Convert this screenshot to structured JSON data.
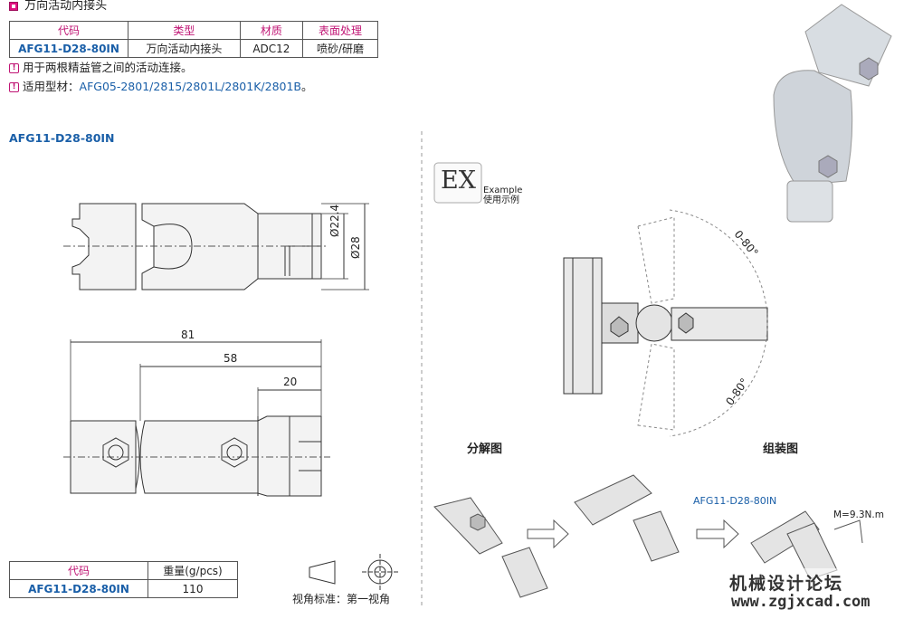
{
  "header": {
    "title": "万向活动内接头"
  },
  "spec_table": {
    "headers": [
      "代码",
      "类型",
      "材质",
      "表面处理"
    ],
    "row": {
      "code": "AFG11-D28-80IN",
      "type": "万向活动内接头",
      "material": "ADC12",
      "finish": "喷砂/研磨"
    }
  },
  "notes": {
    "line1": "用于两根精益管之间的活动连接。",
    "line2_prefix": "适用型材：",
    "line2_value": "AFG05-2801/2815/2801L/2801K/2801B",
    "line2_suffix": "。"
  },
  "drawing": {
    "label": "AFG11-D28-80IN",
    "dims": {
      "d1": "Ø22.4",
      "d2": "Ø28",
      "l1": "81",
      "l2": "58",
      "l3": "20"
    }
  },
  "example": {
    "badge": "EX",
    "en": "Example",
    "zh": "使用示例",
    "angle_top": "0-80°",
    "angle_bottom": "0-80°"
  },
  "sections": {
    "exploded": "分解图",
    "assembled": "组装图"
  },
  "assembly": {
    "part_label": "AFG11-D28-80IN",
    "torque": "M=9.3N.m"
  },
  "weight_table": {
    "headers": [
      "代码",
      "重量(g/pcs)"
    ],
    "row": {
      "code": "AFG11-D28-80IN",
      "weight": "110"
    }
  },
  "view_standard": {
    "label": "视角标准：第一视角"
  },
  "watermark": {
    "line1": "机械设计论坛",
    "line2": "www.zgjxcad.com"
  }
}
